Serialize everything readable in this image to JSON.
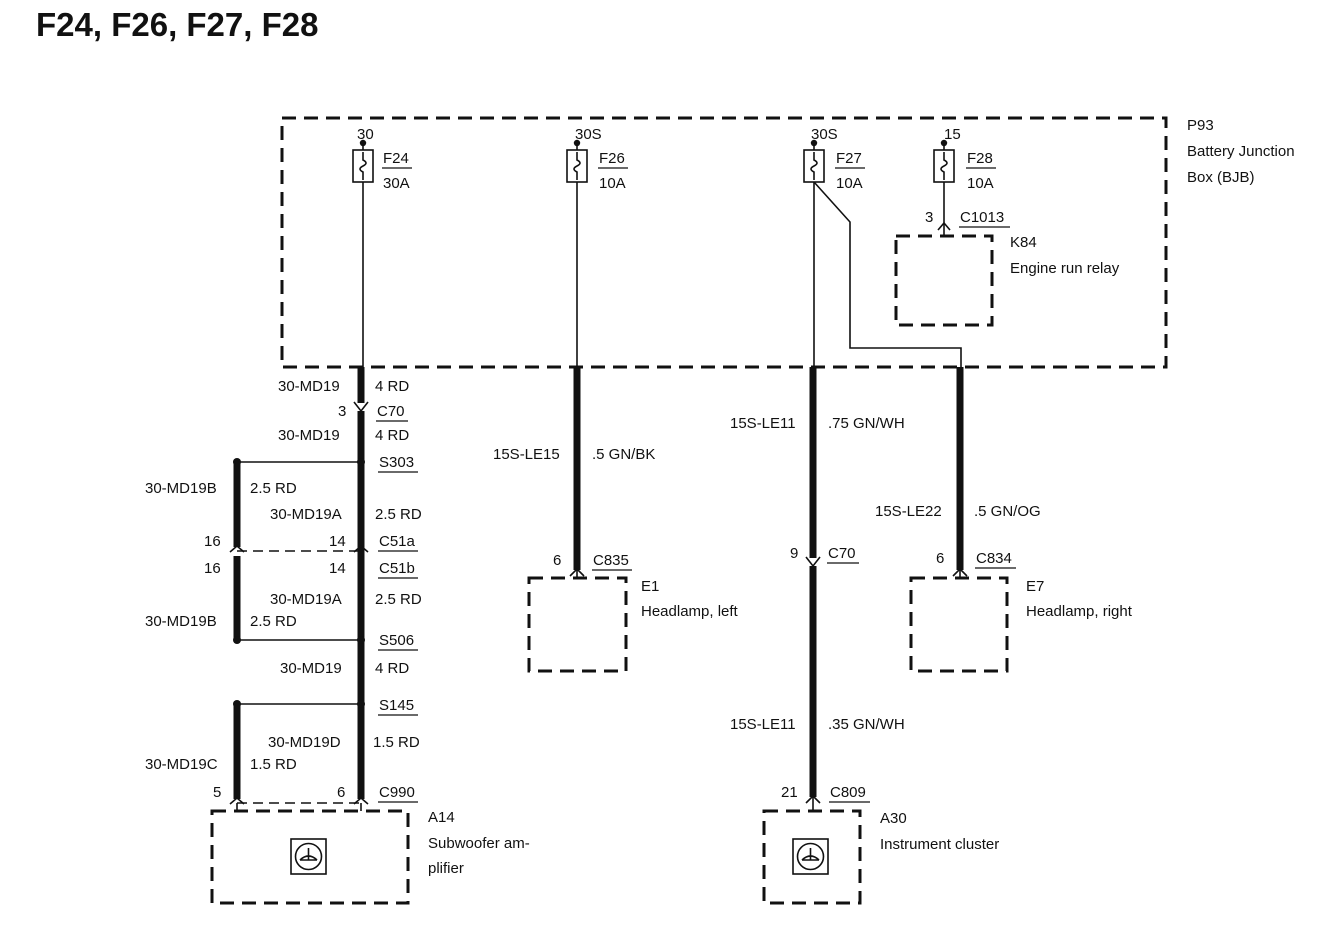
{
  "title": "F24, F26, F27, F28",
  "bjb": {
    "id": "P93",
    "line1": "Battery Junction",
    "line2": "Box (BJB)"
  },
  "fuses": [
    {
      "supply": "30",
      "id": "F24",
      "rating": "30A"
    },
    {
      "supply": "30S",
      "id": "F26",
      "rating": "10A"
    },
    {
      "supply": "30S",
      "id": "F27",
      "rating": "10A"
    },
    {
      "supply": "15",
      "id": "F28",
      "rating": "10A"
    }
  ],
  "relay": {
    "pin": "3",
    "connector": "C1013",
    "id": "K84",
    "name": "Engine run relay"
  },
  "left_branch": {
    "w1_circuit": "30-MD19",
    "w1_size": "4 RD",
    "c70_pin": "3",
    "c70": "C70",
    "w2_circuit": "30-MD19",
    "w2_size": "4 RD",
    "s303": "S303",
    "b_circuit": "30-MD19B",
    "b_size": "2.5 RD",
    "a_circuit": "30-MD19A",
    "a_size": "2.5 RD",
    "c51a_pin_left": "16",
    "c51a_pin_right": "14",
    "c51a": "C51a",
    "c51b_pin_left": "16",
    "c51b_pin_right": "14",
    "c51b": "C51b",
    "a2_circuit": "30-MD19A",
    "a2_size": "2.5 RD",
    "b2_circuit": "30-MD19B",
    "b2_size": "2.5 RD",
    "s506": "S506",
    "w3_circuit": "30-MD19",
    "w3_size": "4 RD",
    "s145": "S145",
    "d_circuit": "30-MD19D",
    "d_size": "1.5 RD",
    "c_circuit": "30-MD19C",
    "c_size": "1.5 RD",
    "c990_pin_left": "5",
    "c990_pin_right": "6",
    "c990": "C990",
    "device_id": "A14",
    "device_line1": "Subwoofer am-",
    "device_line2": "plifier"
  },
  "headlamp_left": {
    "circuit": "15S-LE15",
    "size": ".5 GN/BK",
    "pin": "6",
    "connector": "C835",
    "id": "E1",
    "name": "Headlamp, left"
  },
  "cluster_branch": {
    "w1_circuit": "15S-LE11",
    "w1_size": ".75 GN/WH",
    "c70_pin": "9",
    "c70": "C70",
    "w2_circuit": "15S-LE11",
    "w2_size": ".35 GN/WH",
    "pin": "21",
    "connector": "C809",
    "id": "A30",
    "name": "Instrument cluster"
  },
  "headlamp_right": {
    "circuit": "15S-LE22",
    "size": ".5 GN/OG",
    "pin": "6",
    "connector": "C834",
    "id": "E7",
    "name": "Headlamp, right"
  }
}
